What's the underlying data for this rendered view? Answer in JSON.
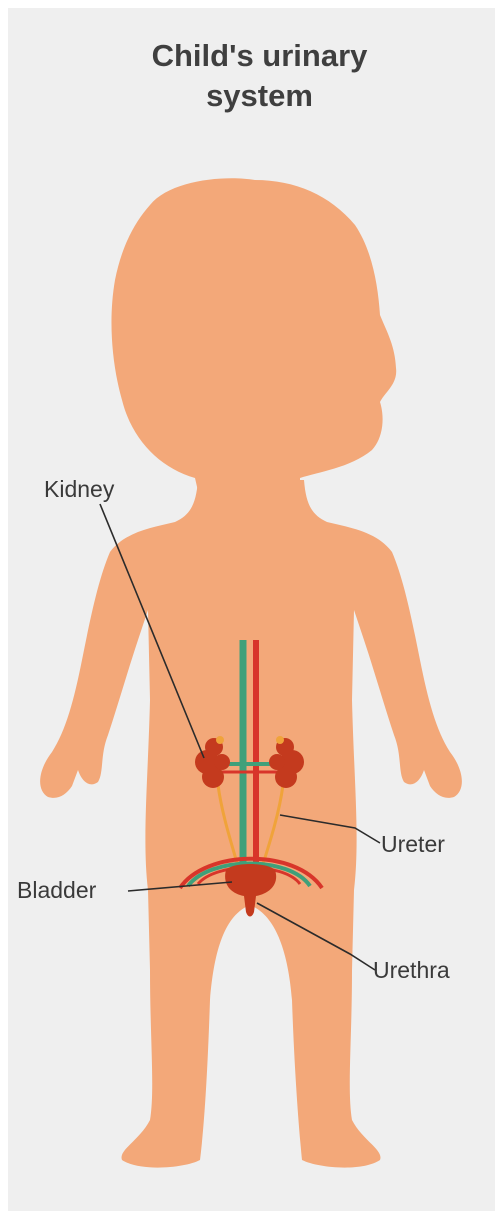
{
  "title": {
    "line1": "Child's urinary",
    "line2": "system"
  },
  "labels": {
    "kidney": "Kidney",
    "ureter": "Ureter",
    "bladder": "Bladder",
    "urethra": "Urethra"
  },
  "colors": {
    "background": "#efefef",
    "body": "#f3a879",
    "organ": "#c43a1e",
    "artery": "#d8352a",
    "vein": "#3fa07a",
    "ureter": "#f0a33a",
    "text": "#3f3f3f"
  }
}
